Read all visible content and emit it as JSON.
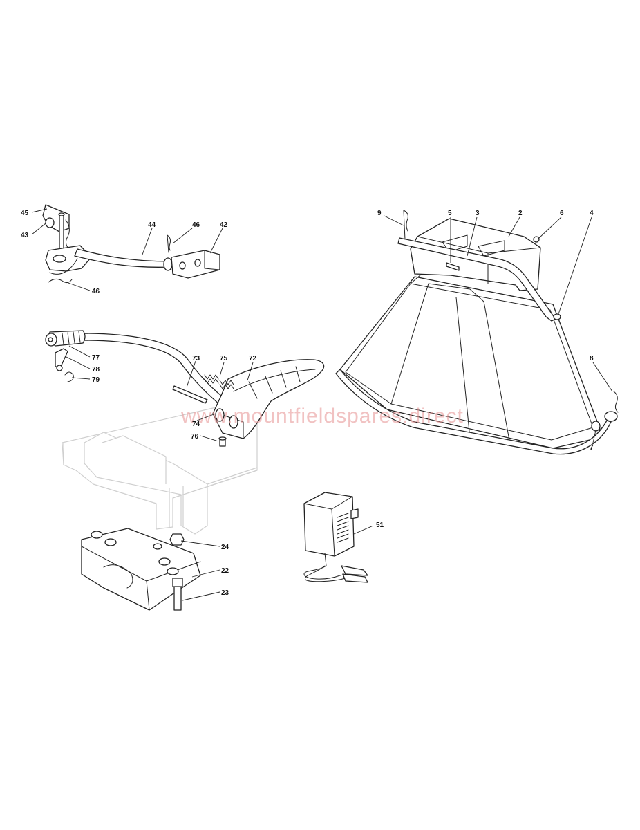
{
  "watermark": {
    "text": "www.mountfieldspares.direct",
    "color": "#e89a9a"
  },
  "callouts": {
    "c45": "45",
    "c43": "43",
    "c44": "44",
    "c46a": "46",
    "c42": "42",
    "c46b": "46",
    "c77": "77",
    "c78": "78",
    "c79": "79",
    "c73": "73",
    "c75": "75",
    "c72": "72",
    "c74": "74",
    "c76": "76",
    "c24": "24",
    "c22": "22",
    "c23": "23",
    "c51": "51",
    "c9": "9",
    "c5": "5",
    "c3": "3",
    "c2": "2",
    "c6": "6",
    "c4": "4",
    "c8": "8",
    "c7": "7"
  }
}
